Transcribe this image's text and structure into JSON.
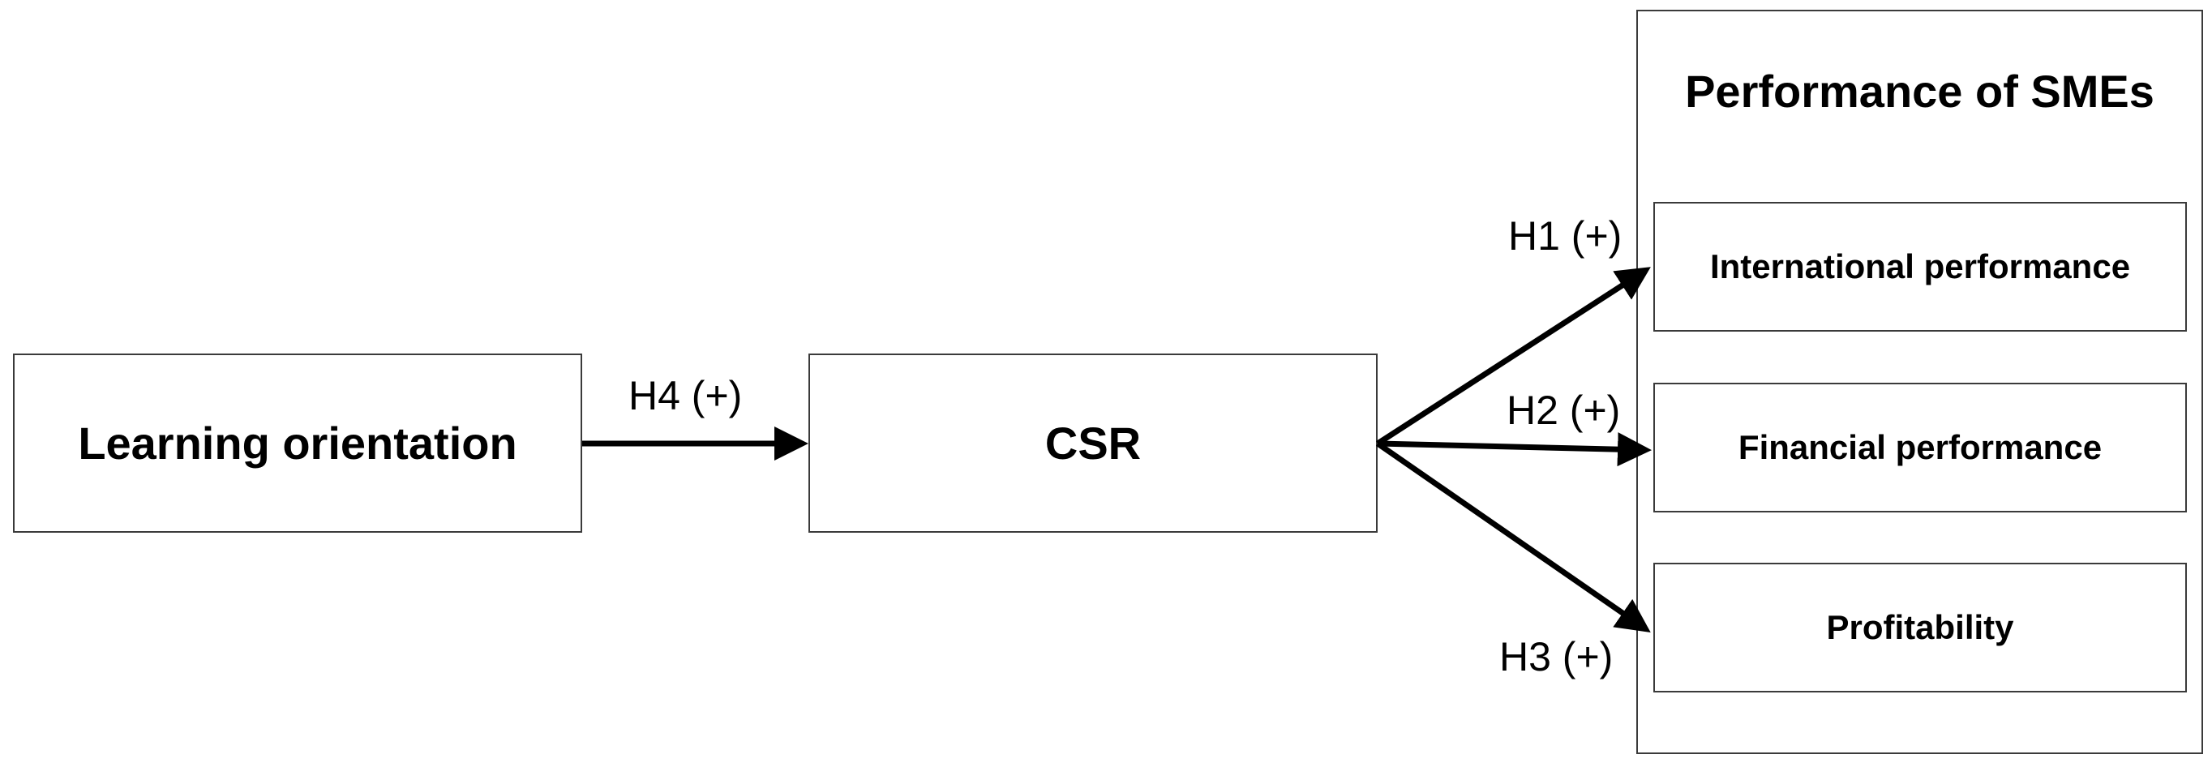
{
  "diagram": {
    "nodes": {
      "learning_orientation": "Learning orientation",
      "csr": "CSR",
      "performance_title": "Performance of SMEs",
      "international_performance": "International performance",
      "financial_performance": "Financial performance",
      "profitability": "Profitability"
    },
    "hypotheses": {
      "h1": "H1 (+)",
      "h2": "H2 (+)",
      "h3": "H3 (+)",
      "h4": "H4 (+)"
    },
    "edges": [
      {
        "from": "Learning orientation",
        "to": "CSR",
        "label": "H4 (+)"
      },
      {
        "from": "CSR",
        "to": "International performance",
        "label": "H1 (+)"
      },
      {
        "from": "CSR",
        "to": "Financial performance",
        "label": "H2 (+)"
      },
      {
        "from": "CSR",
        "to": "Profitability",
        "label": "H3 (+)"
      }
    ]
  }
}
